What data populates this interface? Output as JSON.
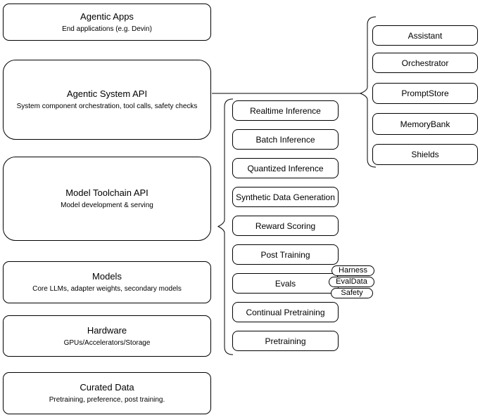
{
  "diagram": {
    "background": "#ffffff",
    "stroke_color": "#000000",
    "text_color": "#000000",
    "stack_layers": [
      {
        "title": "Agentic Apps",
        "subtitle": "End applications (e.g. Devin)"
      },
      {
        "title": "Agentic System API",
        "subtitle": "System component orchestration, tool calls, safety checks"
      },
      {
        "title": "Model Toolchain API",
        "subtitle": "Model development & serving"
      },
      {
        "title": "Models",
        "subtitle": "Core LLMs, adapter weights, secondary models"
      },
      {
        "title": "Hardware",
        "subtitle": "GPUs/Accelerators/Storage"
      },
      {
        "title": "Curated Data",
        "subtitle": "Pretraining, preference, post training."
      }
    ],
    "toolchain_capabilities": [
      "Realtime Inference",
      "Batch Inference",
      "Quantized Inference",
      "Synthetic Data Generation",
      "Reward Scoring",
      "Post Training",
      "Evals",
      "Continual Pretraining",
      "Pretraining"
    ],
    "evals_tags": [
      "Harness",
      "EvalData",
      "Safety"
    ],
    "system_components": [
      "Assistant",
      "Orchestrator",
      "PromptStore",
      "MemoryBank",
      "Shields"
    ]
  }
}
